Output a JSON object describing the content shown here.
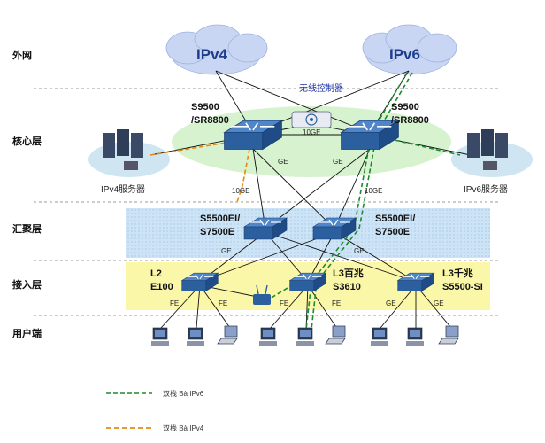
{
  "layers": {
    "external": "外网",
    "core": "核心层",
    "aggregation": "汇聚层",
    "access": "接入层",
    "user": "用户端"
  },
  "clouds": {
    "ipv4": "IPv4",
    "ipv6": "IPv6"
  },
  "controller": "无线控制器",
  "core_switches": {
    "left": [
      "S9500",
      "/SR8800"
    ],
    "right": [
      "S9500",
      "/SR8800"
    ]
  },
  "servers": {
    "left": "IPv4服务器",
    "right": "IPv6服务器"
  },
  "agg_switches": {
    "left": [
      "S5500EI/",
      "S7500E"
    ],
    "right": [
      "S5500EI/",
      "S7500E"
    ]
  },
  "access_switches": {
    "left": [
      "L2",
      "E100"
    ],
    "middle": [
      "L3百兆",
      "S3610"
    ],
    "right": [
      "L3千兆",
      "S5500-SI"
    ]
  },
  "link_labels": {
    "tenge_core": "10GE",
    "tenge_left": "10GE",
    "tenge_right": "10GE",
    "ge": "GE",
    "fe": "FE"
  },
  "legend": {
    "dual_stack_ipv6": "双栈 Bà IPv6",
    "dual_stack_ipv4": "双栈 Bà IPv4"
  },
  "colors": {
    "cloud": "#c8d6f4",
    "core_ellipse": "#d7f2cf",
    "server_ellipse": "#cfe6f2",
    "agg_band": "#cde4f6",
    "access_band": "#fbf7a8",
    "switch_blue": "#2c5f9e",
    "ipv6_path": "#1d8a2e",
    "ipv4_path": "#e58a12"
  }
}
